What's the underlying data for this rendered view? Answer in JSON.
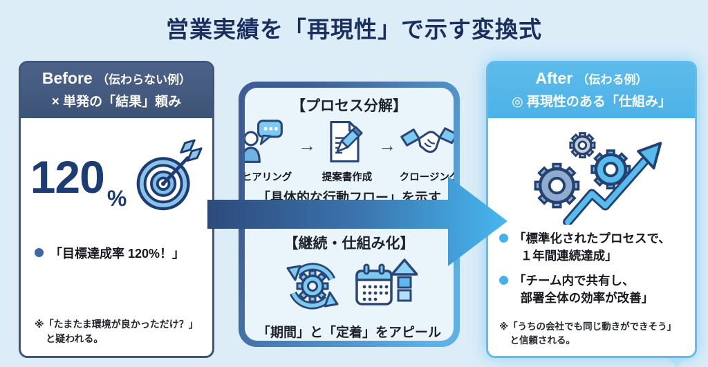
{
  "title": "営業実績を「再現性」で示す変換式",
  "colors": {
    "background": "#dcedf8",
    "title_navy": "#1b2f5e",
    "before_header": "#3f5679",
    "after_header": "#53b6e9",
    "arrow_start": "#2d4a7b",
    "arrow_end": "#47b6ef",
    "icon_outline": "#2a4677",
    "icon_light_blue": "#7ccaf0"
  },
  "before_panel": {
    "header_title": "Before",
    "header_sub": "（伝わらない例）",
    "header_line2": "× 単発の「結果」頼み",
    "metric_value": "120",
    "metric_unit": "%",
    "bullet": "「目標達成率 120%！」",
    "note_line1": "※「たまたま環境が良かっただけ？」",
    "note_line2": "と疑われる。"
  },
  "process_panel": {
    "top": {
      "heading": "【プロセス分解】",
      "arrow": "→",
      "steps": [
        {
          "label": "ヒアリング",
          "icon": "hearing-icon"
        },
        {
          "label": "提案書作成",
          "icon": "proposal-icon"
        },
        {
          "label": "クロージング",
          "icon": "closing-icon"
        }
      ],
      "caption": "「具体的な行動フロー」を示す"
    },
    "bottom": {
      "heading": "【継続・仕組み化】",
      "caption": "「期間」と「定着」をアピール"
    }
  },
  "after_panel": {
    "header_title": "After",
    "header_sub": "（伝わる例）",
    "header_line2": "◎ 再現性のある「仕組み」",
    "bullets": [
      {
        "line1": "「標準化されたプロセスで、",
        "line2": "１年間連続達成」"
      },
      {
        "line1": "「チーム内で共有し、",
        "line2": "部署全体の効率が改善」"
      }
    ],
    "note_line1": "※「うちの会社でも同じ動きができそう」",
    "note_line2": "と信頼される。"
  }
}
